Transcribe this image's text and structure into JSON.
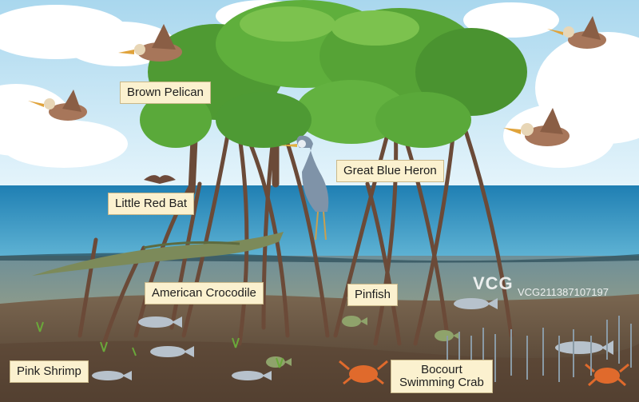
{
  "labels": {
    "brown_pelican": "Brown Pelican",
    "great_blue_heron": "Great Blue Heron",
    "little_red_bat": "Little Red Bat",
    "american_crocodile": "American Crocodile",
    "pinfish": "Pinfish",
    "pink_shrimp": "Pink Shrimp",
    "bocourt_line1": "Bocourt",
    "bocourt_line2": "Swimming Crab"
  },
  "watermark": {
    "logo": "VCG",
    "id": "VCG211387107197"
  },
  "colors": {
    "sky": "#bfe3f3",
    "sea": "#2f8cb8",
    "water_underwater": "#7d9aa0",
    "mud": "#5b4a3a",
    "foliage": "#5fa63a",
    "label_bg": "#fbf1cf"
  }
}
